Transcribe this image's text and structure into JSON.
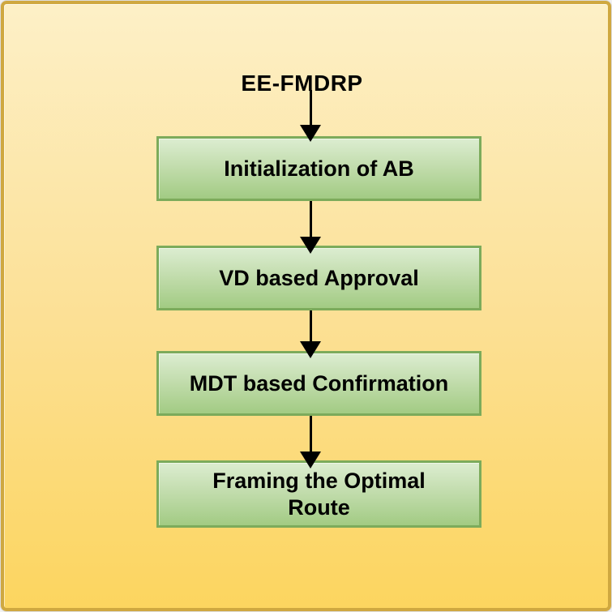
{
  "diagram": {
    "type": "flowchart",
    "title": "EE-FMDRP",
    "nodes": [
      {
        "id": "initialization",
        "label": "Initialization of AB"
      },
      {
        "id": "vd-approval",
        "label": "VD based Approval"
      },
      {
        "id": "mdt-confirmation",
        "label": "MDT based Confirmation"
      },
      {
        "id": "framing-route",
        "label": "Framing the Optimal Route"
      }
    ],
    "connectors": [
      {
        "from": "title",
        "to": "initialization",
        "style": "arrow-down"
      },
      {
        "from": "initialization",
        "to": "vd-approval",
        "style": "arrow-down"
      },
      {
        "from": "vd-approval",
        "to": "mdt-confirmation",
        "style": "arrow-down"
      },
      {
        "from": "mdt-confirmation",
        "to": "framing-route",
        "style": "arrow-down"
      }
    ],
    "colors": {
      "background_top": "#fdf0c7",
      "background_middle": "#fce095",
      "background_bottom": "#fcd55f",
      "frame_border": "#cfa840",
      "node_border": "#7cab5b",
      "node_fill_top": "#dcedd1",
      "node_fill_bottom": "#a2cb83",
      "arrow": "#000000",
      "text": "#000000"
    }
  }
}
